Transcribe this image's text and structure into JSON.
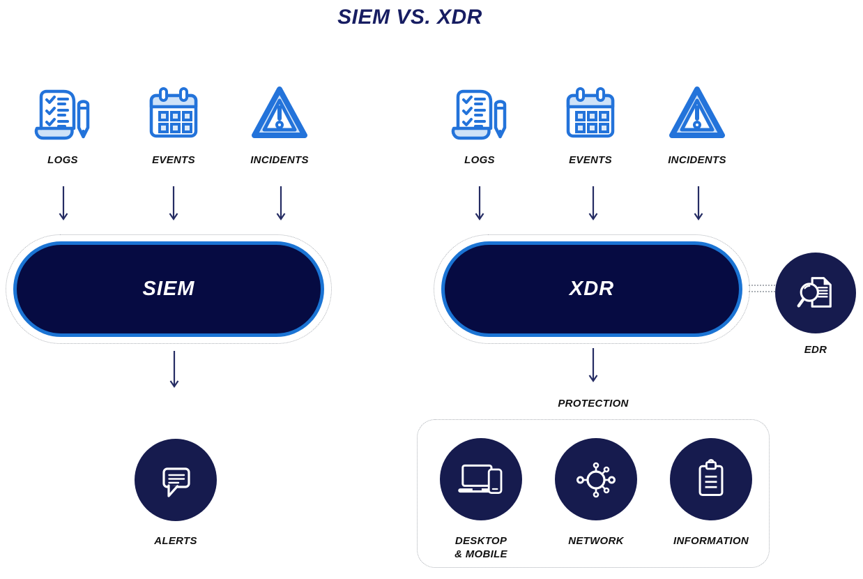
{
  "title": "SIEM VS. XDR",
  "colors": {
    "icon_blue": "#2373da",
    "icon_fill_light": "#cfe2f8",
    "icon_fill_lighter": "#dbe9fa",
    "pill_navy": "#060b42",
    "pill_border_blue": "#1b74d4",
    "circle_navy": "#161b4e",
    "title_navy": "#171d62",
    "label_black": "#111111",
    "arrow_navy": "#252c63",
    "dotted_gray": "#a9adb3"
  },
  "siem": {
    "inputs": [
      {
        "label": "LOGS",
        "icon": "logs-icon"
      },
      {
        "label": "EVENTS",
        "icon": "events-icon"
      },
      {
        "label": "INCIDENTS",
        "icon": "incidents-icon"
      }
    ],
    "pill_label": "SIEM",
    "output": {
      "label": "ALERTS",
      "icon": "alerts-chat-icon"
    }
  },
  "xdr": {
    "inputs": [
      {
        "label": "LOGS",
        "icon": "logs-icon"
      },
      {
        "label": "EVENTS",
        "icon": "events-icon"
      },
      {
        "label": "INCIDENTS",
        "icon": "incidents-icon"
      }
    ],
    "pill_label": "XDR",
    "attachment": {
      "label": "EDR",
      "icon": "edr-search-document-icon"
    },
    "output_label": "PROTECTION",
    "protection_items": [
      {
        "label": "DESKTOP\n& MOBILE",
        "icon": "desktop-mobile-icon"
      },
      {
        "label": "NETWORK",
        "icon": "network-icon"
      },
      {
        "label": "INFORMATION",
        "icon": "information-clipboard-icon"
      }
    ]
  }
}
